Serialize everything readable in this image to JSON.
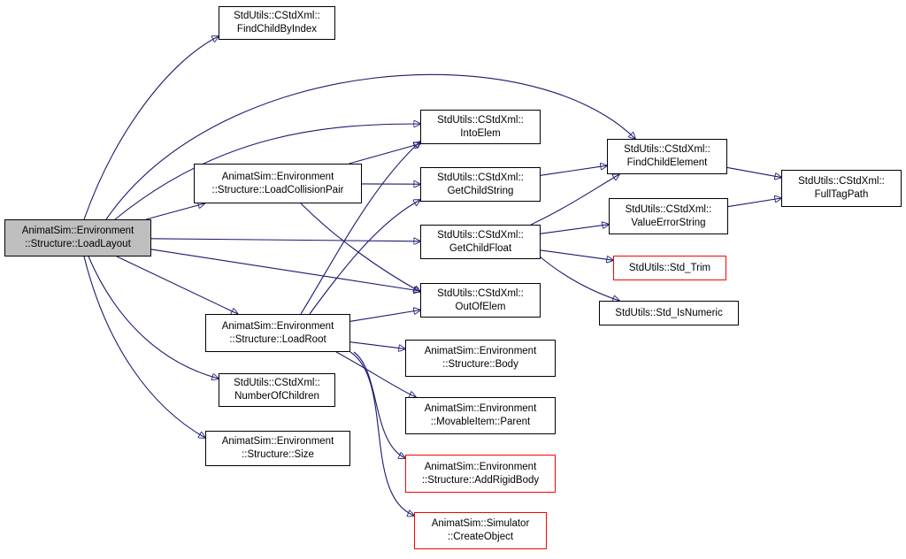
{
  "nodes": [
    {
      "id": "loadlayout",
      "name": "node-loadlayout",
      "lines": [
        "AnimatSim::Environment",
        "::Structure::LoadLayout"
      ],
      "style": "root"
    },
    {
      "id": "findchildbyindex",
      "name": "node-findchildbyindex",
      "lines": [
        "StdUtils::CStdXml::",
        "FindChildByIndex"
      ],
      "style": "normal"
    },
    {
      "id": "loadcollisionpair",
      "name": "node-loadcollisionpair",
      "lines": [
        "AnimatSim::Environment",
        "::Structure::LoadCollisionPair"
      ],
      "style": "normal"
    },
    {
      "id": "loadroot",
      "name": "node-loadroot",
      "lines": [
        "AnimatSim::Environment",
        "::Structure::LoadRoot"
      ],
      "style": "normal"
    },
    {
      "id": "numberofchildren",
      "name": "node-numberofchildren",
      "lines": [
        "StdUtils::CStdXml::",
        "NumberOfChildren"
      ],
      "style": "normal"
    },
    {
      "id": "size",
      "name": "node-size",
      "lines": [
        "AnimatSim::Environment",
        "::Structure::Size"
      ],
      "style": "normal"
    },
    {
      "id": "intoelem",
      "name": "node-intoelem",
      "lines": [
        "StdUtils::CStdXml::",
        "IntoElem"
      ],
      "style": "normal"
    },
    {
      "id": "getchildstring",
      "name": "node-getchildstring",
      "lines": [
        "StdUtils::CStdXml::",
        "GetChildString"
      ],
      "style": "normal"
    },
    {
      "id": "getchildfloat",
      "name": "node-getchildfloat",
      "lines": [
        "StdUtils::CStdXml::",
        "GetChildFloat"
      ],
      "style": "normal"
    },
    {
      "id": "outofelem",
      "name": "node-outofelem",
      "lines": [
        "StdUtils::CStdXml::",
        "OutOfElem"
      ],
      "style": "normal"
    },
    {
      "id": "body",
      "name": "node-body",
      "lines": [
        "AnimatSim::Environment",
        "::Structure::Body"
      ],
      "style": "normal"
    },
    {
      "id": "parent",
      "name": "node-parent",
      "lines": [
        "AnimatSim::Environment",
        "::MovableItem::Parent"
      ],
      "style": "normal"
    },
    {
      "id": "addrigidbody",
      "name": "node-addrigidbody",
      "lines": [
        "AnimatSim::Environment",
        "::Structure::AddRigidBody"
      ],
      "style": "red"
    },
    {
      "id": "createobject",
      "name": "node-createobject",
      "lines": [
        "AnimatSim::Simulator",
        "::CreateObject"
      ],
      "style": "red"
    },
    {
      "id": "findchildelement",
      "name": "node-findchildelement",
      "lines": [
        "StdUtils::CStdXml::",
        "FindChildElement"
      ],
      "style": "normal"
    },
    {
      "id": "valueerrorstring",
      "name": "node-valueerrorstring",
      "lines": [
        "StdUtils::CStdXml::",
        "ValueErrorString"
      ],
      "style": "normal"
    },
    {
      "id": "std_trim",
      "name": "node-std-trim",
      "lines": [
        "StdUtils::Std_Trim"
      ],
      "style": "red"
    },
    {
      "id": "std_isnumeric",
      "name": "node-std-isnumeric",
      "lines": [
        "StdUtils::Std_IsNumeric"
      ],
      "style": "normal"
    },
    {
      "id": "fulltagpath",
      "name": "node-fulltagpath",
      "lines": [
        "StdUtils::CStdXml::",
        "FullTagPath"
      ],
      "style": "normal"
    }
  ],
  "edges": [
    {
      "from": "loadlayout",
      "to": "findchildbyindex"
    },
    {
      "from": "loadlayout",
      "to": "findchildelement"
    },
    {
      "from": "loadlayout",
      "to": "intoelem"
    },
    {
      "from": "loadlayout",
      "to": "loadcollisionpair"
    },
    {
      "from": "loadlayout",
      "to": "getchildfloat"
    },
    {
      "from": "loadlayout",
      "to": "outofelem"
    },
    {
      "from": "loadlayout",
      "to": "loadroot"
    },
    {
      "from": "loadlayout",
      "to": "numberofchildren"
    },
    {
      "from": "loadlayout",
      "to": "size"
    },
    {
      "from": "loadcollisionpair",
      "to": "intoelem"
    },
    {
      "from": "loadcollisionpair",
      "to": "getchildstring"
    },
    {
      "from": "loadcollisionpair",
      "to": "outofelem"
    },
    {
      "from": "loadroot",
      "to": "intoelem"
    },
    {
      "from": "loadroot",
      "to": "getchildstring"
    },
    {
      "from": "loadroot",
      "to": "outofelem"
    },
    {
      "from": "loadroot",
      "to": "body"
    },
    {
      "from": "loadroot",
      "to": "parent"
    },
    {
      "from": "loadroot",
      "to": "addrigidbody"
    },
    {
      "from": "loadroot",
      "to": "createobject"
    },
    {
      "from": "getchildstring",
      "to": "findchildelement"
    },
    {
      "from": "getchildfloat",
      "to": "findchildelement"
    },
    {
      "from": "getchildfloat",
      "to": "valueerrorstring"
    },
    {
      "from": "getchildfloat",
      "to": "std_trim"
    },
    {
      "from": "getchildfloat",
      "to": "std_isnumeric"
    },
    {
      "from": "findchildelement",
      "to": "fulltagpath"
    },
    {
      "from": "valueerrorstring",
      "to": "fulltagpath"
    }
  ],
  "colors": {
    "edge": "#191970",
    "root_fill": "#bfbfbf",
    "red_border": "#ff0000",
    "border": "#000000"
  }
}
